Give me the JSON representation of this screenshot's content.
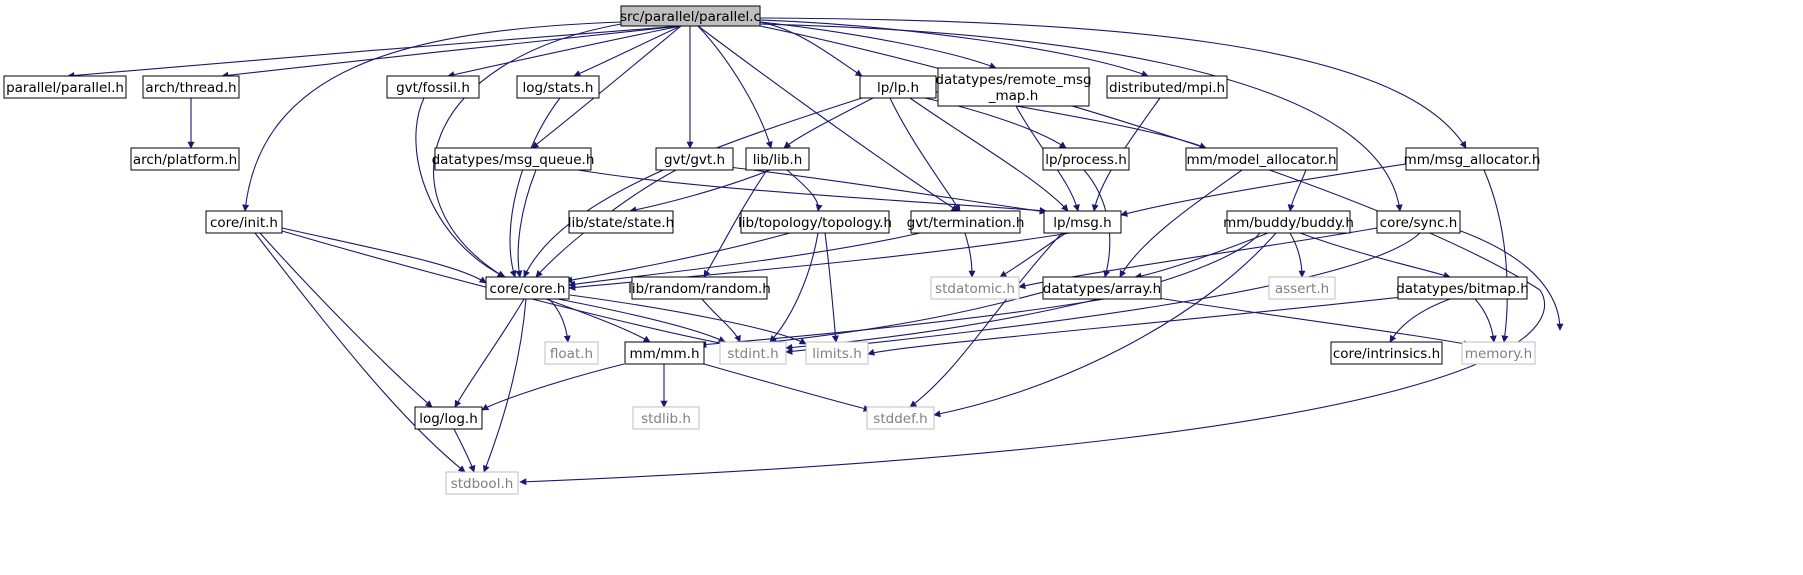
{
  "graph": {
    "colors": {
      "edge": "#191970",
      "border": "#000000",
      "muted_border": "#bfbfbf",
      "muted_text": "#808080",
      "root_fill": "#bfbfbf",
      "fill": "#ffffff"
    },
    "nodes": [
      {
        "id": "n_root",
        "label": "src/parallel/parallel.c",
        "style": "root"
      },
      {
        "id": "n_parallel_h",
        "label": "parallel/parallel.h",
        "style": "normal"
      },
      {
        "id": "n_thread",
        "label": "arch/thread.h",
        "style": "normal"
      },
      {
        "id": "n_platform",
        "label": "arch/platform.h",
        "style": "normal"
      },
      {
        "id": "n_fossil",
        "label": "gvt/fossil.h",
        "style": "normal"
      },
      {
        "id": "n_stats",
        "label": "log/stats.h",
        "style": "normal"
      },
      {
        "id": "n_lp",
        "label": "lp/lp.h",
        "style": "normal"
      },
      {
        "id": "n_remote",
        "label": "datatypes/remote_msg\n_map.h",
        "style": "normal"
      },
      {
        "id": "n_mpi",
        "label": "distributed/mpi.h",
        "style": "normal"
      },
      {
        "id": "n_msgalloc",
        "label": "mm/msg_allocator.h",
        "style": "normal"
      },
      {
        "id": "n_init",
        "label": "core/init.h",
        "style": "normal"
      },
      {
        "id": "n_msgqueue",
        "label": "datatypes/msg_queue.h",
        "style": "normal"
      },
      {
        "id": "n_gvt",
        "label": "gvt/gvt.h",
        "style": "normal"
      },
      {
        "id": "n_lib",
        "label": "lib/lib.h",
        "style": "normal"
      },
      {
        "id": "n_process",
        "label": "lp/process.h",
        "style": "normal"
      },
      {
        "id": "n_modelalloc",
        "label": "mm/model_allocator.h",
        "style": "normal"
      },
      {
        "id": "n_state",
        "label": "lib/state/state.h",
        "style": "normal"
      },
      {
        "id": "n_topology",
        "label": "lib/topology/topology.h",
        "style": "normal"
      },
      {
        "id": "n_termination",
        "label": "gvt/termination.h",
        "style": "normal"
      },
      {
        "id": "n_msg",
        "label": "lp/msg.h",
        "style": "normal"
      },
      {
        "id": "n_buddy",
        "label": "mm/buddy/buddy.h",
        "style": "normal"
      },
      {
        "id": "n_sync",
        "label": "core/sync.h",
        "style": "normal"
      },
      {
        "id": "n_core",
        "label": "core/core.h",
        "style": "normal"
      },
      {
        "id": "n_random",
        "label": "lib/random/random.h",
        "style": "normal"
      },
      {
        "id": "n_stdatomic",
        "label": "stdatomic.h",
        "style": "muted"
      },
      {
        "id": "n_array",
        "label": "datatypes/array.h",
        "style": "normal"
      },
      {
        "id": "n_assert",
        "label": "assert.h",
        "style": "muted"
      },
      {
        "id": "n_bitmap",
        "label": "datatypes/bitmap.h",
        "style": "normal"
      },
      {
        "id": "n_float",
        "label": "float.h",
        "style": "muted"
      },
      {
        "id": "n_mm",
        "label": "mm/mm.h",
        "style": "normal"
      },
      {
        "id": "n_stdint",
        "label": "stdint.h",
        "style": "muted"
      },
      {
        "id": "n_limits",
        "label": "limits.h",
        "style": "muted"
      },
      {
        "id": "n_intrinsics",
        "label": "core/intrinsics.h",
        "style": "normal"
      },
      {
        "id": "n_memory",
        "label": "memory.h",
        "style": "muted"
      },
      {
        "id": "n_loglog",
        "label": "log/log.h",
        "style": "normal"
      },
      {
        "id": "n_stdlib",
        "label": "stdlib.h",
        "style": "muted"
      },
      {
        "id": "n_stddef",
        "label": "stddef.h",
        "style": "muted"
      },
      {
        "id": "n_stdbool",
        "label": "stdbool.h",
        "style": "muted"
      }
    ]
  }
}
